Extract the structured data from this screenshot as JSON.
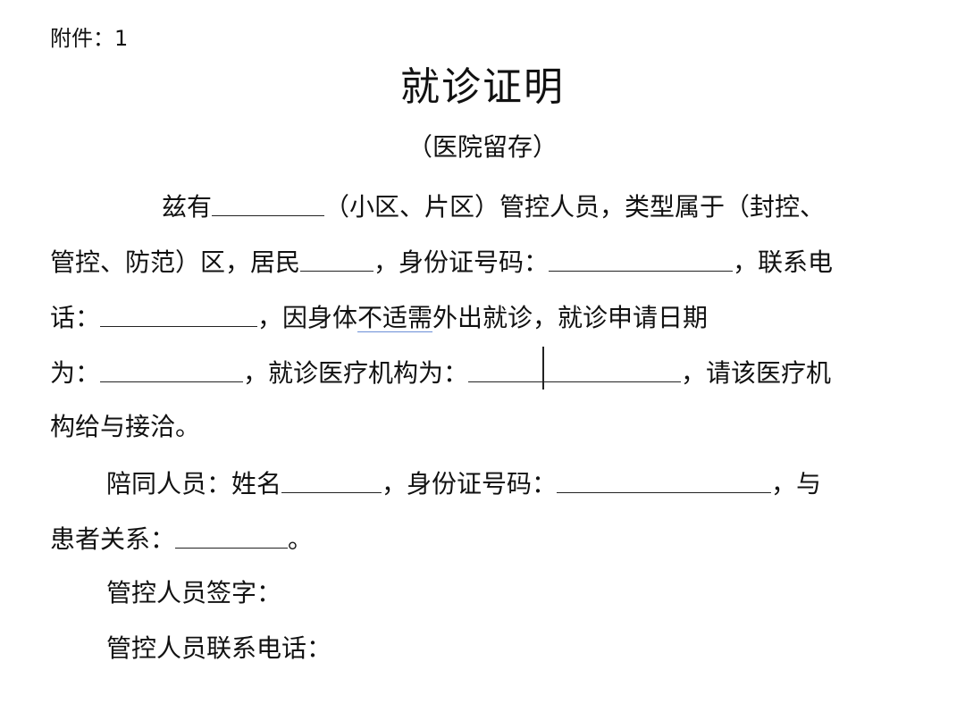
{
  "header": {
    "attachment": "附件：1"
  },
  "document": {
    "title": "就诊证明",
    "subtitle": "（医院留存）",
    "line1": {
      "a": "兹有",
      "b": "（小区、片区）管控人员，类型属于（封控、"
    },
    "line2": {
      "a": "管控、防范）区，居民",
      "b": "，身份证号码：",
      "c": "，联系电"
    },
    "line3": {
      "a": "话：",
      "b": "，因身体",
      "c": "不适需",
      "d": "外出就诊，就诊申请日期"
    },
    "line4": {
      "a": "为：",
      "b": "，就诊医疗机构为：",
      "c": "，请该医疗机"
    },
    "line5": {
      "a": "构给与接洽。"
    },
    "line6": {
      "a": "陪同人员：姓名",
      "b": "，身份证号码：",
      "c": "，与"
    },
    "line7": {
      "a": "患者关系：",
      "b": "。"
    },
    "line8": {
      "a": "管控人员签字："
    },
    "line9": {
      "a": "管控人员联系电话："
    }
  }
}
